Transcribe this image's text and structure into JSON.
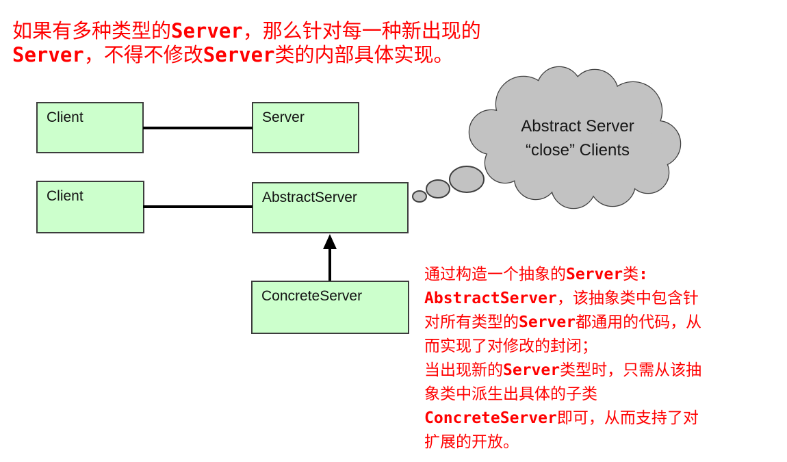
{
  "slide": {
    "background": "#ffffff"
  },
  "colors": {
    "annotation_red": "#ff0000",
    "box_fill": "#ccffcc",
    "box_border": "#3c3c3c",
    "cloud_fill": "#c2c2c2",
    "cloud_border": "#3f3f3f",
    "connector_black": "#000000",
    "label_text": "#121212"
  },
  "annotations": {
    "top": {
      "lines": [
        "如果有多种类型的Server，那么针对每一种新出现的",
        "Server，不得不修改Server类的内部具体实现。"
      ]
    },
    "bottom": {
      "lines": [
        "通过构造一个抽象的Server类:",
        "AbstractServer，该抽象类中包含针",
        "对所有类型的Server都通用的代码，从",
        "而实现了对修改的封闭；",
        "当出现新的Server类型时，只需从该抽",
        "象类中派生出具体的子类",
        "ConcreteServer即可，从而支持了对",
        "扩展的开放。"
      ]
    }
  },
  "diagram": {
    "boxes": [
      {
        "id": "client-1",
        "label": "Client"
      },
      {
        "id": "server",
        "label": "Server"
      },
      {
        "id": "client-2",
        "label": "Client"
      },
      {
        "id": "abstract-server",
        "label": "AbstractServer"
      },
      {
        "id": "concrete-server",
        "label": "ConcreteServer"
      }
    ],
    "relations": [
      {
        "type": "association",
        "from": "client-1",
        "to": "server"
      },
      {
        "type": "association",
        "from": "client-2",
        "to": "abstract-server"
      },
      {
        "type": "generalization",
        "from": "concrete-server",
        "to": "abstract-server"
      }
    ],
    "thought_cloud": {
      "lines": [
        "Abstract Server",
        "“close” Clients"
      ]
    }
  }
}
